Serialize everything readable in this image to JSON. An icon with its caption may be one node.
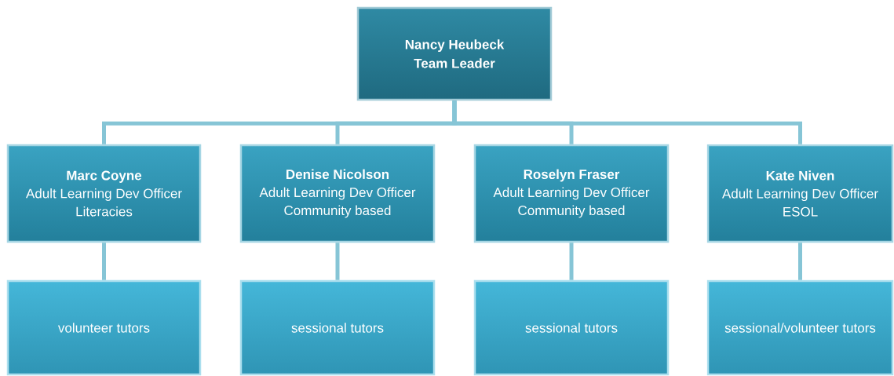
{
  "diagram": {
    "nodes": [
      {
        "text": [
          "Nancy Heubeck",
          "Team Leader"
        ]
      },
      {
        "text": [
          "Marc Coyne",
          "Adult Learning Dev Officer",
          "Literacies"
        ]
      },
      {
        "text": [
          "Denise Nicolson",
          "Adult Learning Dev Officer",
          "Community based"
        ]
      },
      {
        "text": [
          "Roselyn Fraser",
          "Adult Learning Dev Officer",
          "Community based"
        ]
      },
      {
        "text": [
          "Kate Niven",
          "Adult Learning Dev Officer",
          "ESOL"
        ]
      },
      {
        "text": [
          "volunteer tutors"
        ]
      },
      {
        "text": [
          "sessional tutors"
        ]
      },
      {
        "text": [
          "sessional tutors"
        ]
      },
      {
        "text": [
          "sessional/volunteer tutors"
        ]
      }
    ],
    "edges": [
      {
        "from": 0,
        "to": 1,
        "arrow": "none"
      },
      {
        "from": 0,
        "to": 2,
        "arrow": "none"
      },
      {
        "from": 0,
        "to": 3,
        "arrow": "none"
      },
      {
        "from": 0,
        "to": 4,
        "arrow": "none"
      },
      {
        "from": 1,
        "to": 5,
        "arrow": "none"
      },
      {
        "from": 2,
        "to": 6,
        "arrow": "none"
      },
      {
        "from": 3,
        "to": 7,
        "arrow": "none"
      },
      {
        "from": 4,
        "to": 8,
        "arrow": "none"
      }
    ]
  }
}
